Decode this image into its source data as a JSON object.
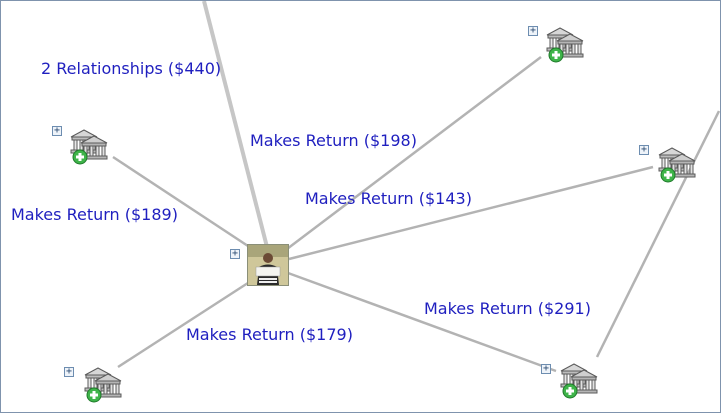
{
  "graph": {
    "center": {
      "icon": "person-photo-icon"
    },
    "nodes": [
      {
        "id": "bank-a",
        "icon": "bank-add-icon",
        "expand": "+"
      },
      {
        "id": "bank-b",
        "icon": "bank-add-icon",
        "expand": "+"
      },
      {
        "id": "bank-c",
        "icon": "bank-add-icon",
        "expand": "+"
      },
      {
        "id": "bank-d",
        "icon": "bank-add-icon",
        "expand": "+"
      },
      {
        "id": "bank-e",
        "icon": "bank-add-icon",
        "expand": "+"
      }
    ],
    "center_expand": "+",
    "edge_labels": [
      "2 Relationships ($440)",
      "Makes Return ($198)",
      "Makes Return ($189)",
      "Makes Return ($143)",
      "Makes Return ($179)",
      "Makes Return ($291)"
    ]
  },
  "colors": {
    "label": "#1f1fbf",
    "edge": "#b3b3b3",
    "border": "#7f93ad",
    "add_badge": "#3fb44a"
  }
}
